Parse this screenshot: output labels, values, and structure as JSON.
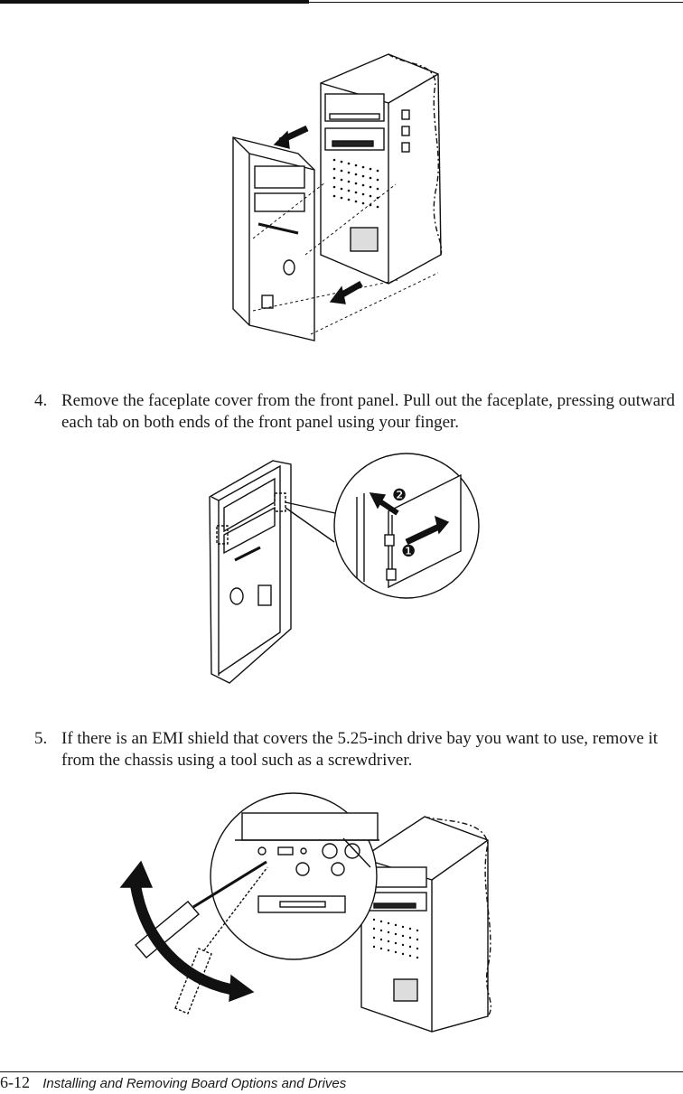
{
  "steps": [
    {
      "number": "4.",
      "text": "Remove the faceplate cover from the front panel. Pull out the faceplate, pressing outward each tab on both ends of the front panel using your finger."
    },
    {
      "number": "5.",
      "text": "If there is an EMI shield that covers the 5.25-inch drive bay you want to use, remove it from the chassis using a tool such as a screwdriver."
    }
  ],
  "figures": {
    "callout_markers": [
      "❷",
      "❶"
    ]
  },
  "footer": {
    "page_number": "6-12",
    "chapter_title": "Installing and Removing Board Options and Drives"
  }
}
